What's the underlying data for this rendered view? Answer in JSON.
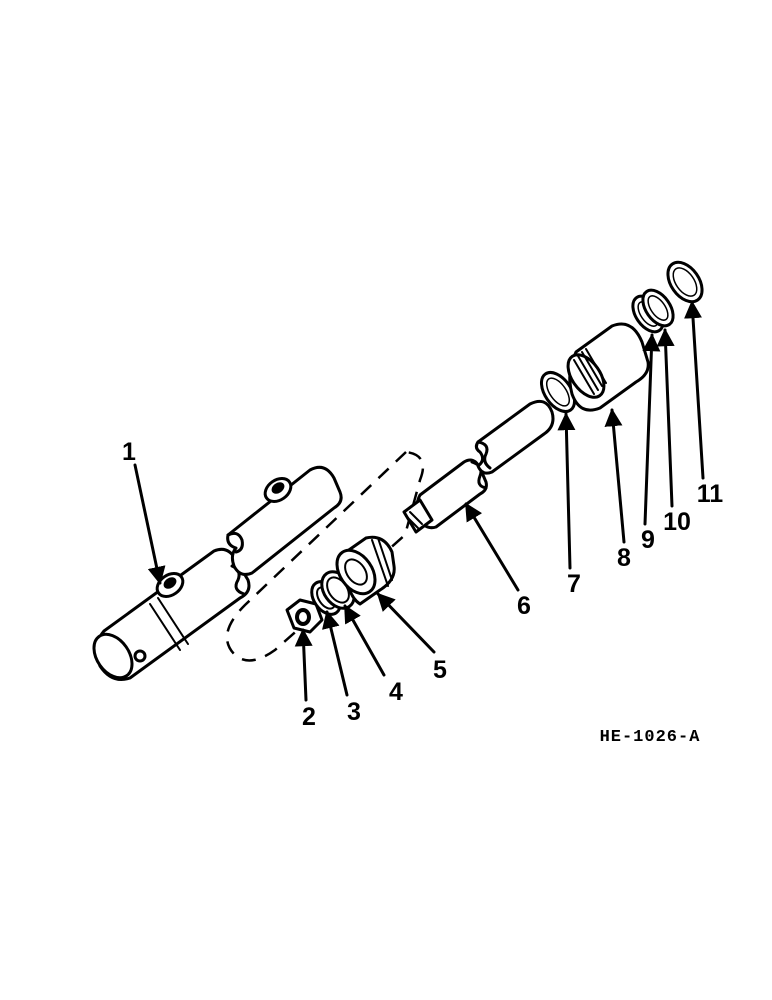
{
  "figure_code": "HE-1026-A",
  "callouts": [
    {
      "label": "1"
    },
    {
      "label": "2"
    },
    {
      "label": "3"
    },
    {
      "label": "4"
    },
    {
      "label": "5"
    },
    {
      "label": "6"
    },
    {
      "label": "7"
    },
    {
      "label": "8"
    },
    {
      "label": "9"
    },
    {
      "label": "10"
    },
    {
      "label": "11"
    }
  ]
}
